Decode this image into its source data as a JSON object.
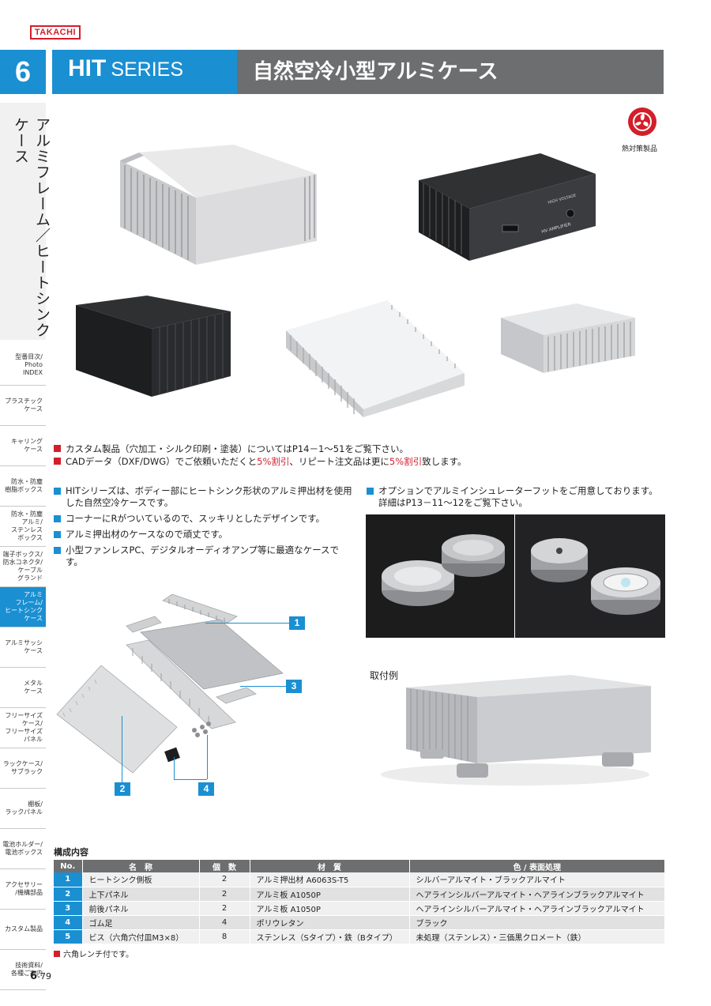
{
  "brand": "TAKACHI",
  "chapter": "6",
  "series": {
    "bold": "HIT",
    "regular": "SERIES"
  },
  "title": "自然空冷小型アルミケース",
  "side_title": "アルミフレーム／ヒートシンクケース",
  "nav": [
    {
      "label": "型番目次/\nPhoto\nINDEX",
      "active": false
    },
    {
      "label": "プラスチック\nケース",
      "active": false
    },
    {
      "label": "キャリング\nケース",
      "active": false
    },
    {
      "label": "防水・防塵\n樹脂ボックス",
      "active": false
    },
    {
      "label": "防水・防塵\nアルミ/\nステンレス\nボックス",
      "active": false
    },
    {
      "label": "端子ボックス/\n防水コネクタ/\nケーブル\nグランド",
      "active": false
    },
    {
      "label": "アルミ\nフレーム/\nヒートシンク\nケース",
      "active": true
    },
    {
      "label": "アルミサッシ\nケース",
      "active": false
    },
    {
      "label": "メタル\nケース",
      "active": false
    },
    {
      "label": "フリーサイズ\nケース/\nフリーサイズ\nパネル",
      "active": false
    },
    {
      "label": "ラックケース/\nサブラック",
      "active": false
    },
    {
      "label": "棚板/\nラックパネル",
      "active": false
    },
    {
      "label": "電池ホルダー/\n電池ボックス",
      "active": false
    },
    {
      "label": "アクセサリー\n/機構部品",
      "active": false
    },
    {
      "label": "カスタム製品",
      "active": false
    },
    {
      "label": "技術資料/\n各種ご案内",
      "active": false
    }
  ],
  "heat_label": "熱対策製品",
  "amp_panel": {
    "top": "HIGH VOLTAGE",
    "name": "HV AMPLIFIER"
  },
  "notes": {
    "line1": "カスタム製品（穴加工・シルク印刷・塗装）についてはP14－1～51をご覧下さい。",
    "line2_a": "CADデータ（DXF/DWG）でご依頼いただくと",
    "line2_red1": "5%割引",
    "line2_b": "、リピート注文品は更に",
    "line2_red2": "5%割引",
    "line2_c": "致します。"
  },
  "features": [
    "HITシリーズは、ボディー部にヒートシンク形状のアルミ押出材を使用した自然空冷ケースです。",
    "コーナーにRがついているので、スッキリとしたデザインです。",
    "アルミ押出材のケースなので頑丈です。",
    "小型ファンレスPC、デジタルオーディオアンプ等に最適なケースです。"
  ],
  "option_text": "オプションでアルミインシュレーターフットをご用意しております。詳細はP13－11～12をご覧下さい。",
  "callouts": [
    "1",
    "2",
    "3",
    "4"
  ],
  "example_label": "取付例",
  "spec": {
    "title": "構成内容",
    "headers": [
      "No.",
      "名　称",
      "個　数",
      "材　質",
      "色 / 表面処理"
    ],
    "rows": [
      [
        "1",
        "ヒートシンク側板",
        "2",
        "アルミ押出材 A6063S-T5",
        "シルバーアルマイト・ブラックアルマイト"
      ],
      [
        "2",
        "上下パネル",
        "2",
        "アルミ板 A1050P",
        "ヘアラインシルバーアルマイト・ヘアラインブラックアルマイト"
      ],
      [
        "3",
        "前後パネル",
        "2",
        "アルミ板 A1050P",
        "ヘアラインシルバーアルマイト・ヘアラインブラックアルマイト"
      ],
      [
        "4",
        "ゴム足",
        "4",
        "ポリウレタン",
        "ブラック"
      ],
      [
        "5",
        "ビス（六角穴付皿M3×8）",
        "8",
        "ステンレス（Sタイプ）・鉄（Bタイプ）",
        "未処理（ステンレス）・三価黒クロメート（鉄）"
      ]
    ],
    "note": "六角レンチ付です。"
  },
  "page": {
    "chapter": "6",
    "number": "-79"
  }
}
